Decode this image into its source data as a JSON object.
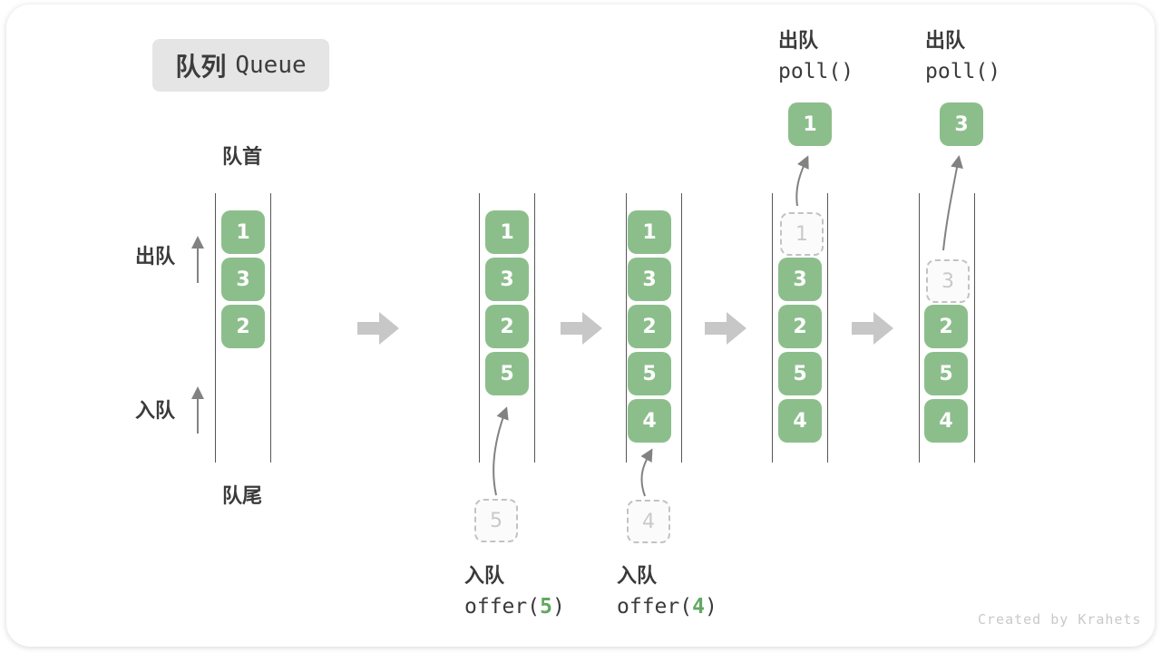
{
  "title": {
    "zh": "队列",
    "en": "Queue"
  },
  "front_label": "队首",
  "rear_label": "队尾",
  "dequeue_label": "出队",
  "enqueue_label": "入队",
  "states": [
    {
      "boxes": [
        "1",
        "3",
        "2"
      ]
    },
    {
      "boxes": [
        "1",
        "3",
        "2",
        "5"
      ],
      "pending": "5",
      "op_zh": "入队",
      "op_fn": "offer(",
      "op_arg": "5",
      "op_close": ")"
    },
    {
      "boxes": [
        "1",
        "3",
        "2",
        "5",
        "4"
      ],
      "pending": "4",
      "op_zh": "入队",
      "op_fn": "offer(",
      "op_arg": "4",
      "op_close": ")"
    },
    {
      "ghost": "1",
      "boxes": [
        "3",
        "2",
        "5",
        "4"
      ],
      "removed": "1",
      "op_zh": "出队",
      "op_code": "poll()"
    },
    {
      "ghost": "3",
      "boxes": [
        "2",
        "5",
        "4"
      ],
      "removed": "3",
      "op_zh": "出队",
      "op_code": "poll()"
    }
  ],
  "colors": {
    "box_green": "#8CBE8C",
    "code_arg_green": "#62A862",
    "block_arrow_gray": "#C7C7C7",
    "thin_arrow_gray": "#828282",
    "column_line": "#575757",
    "text_dark": "#3A3A3A",
    "ghost_gray": "#C9C9C9",
    "badge_bg": "#E5E5E5"
  },
  "watermark": "Created by Krahets"
}
